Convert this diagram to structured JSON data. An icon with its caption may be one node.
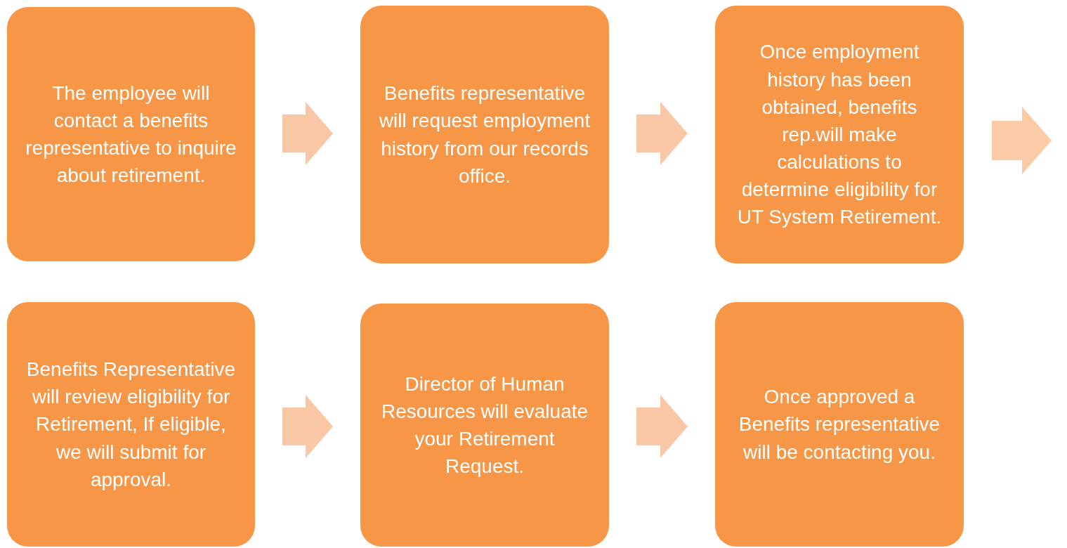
{
  "diagram": {
    "nodes": [
      {
        "text": [
          "The employee will contact a benefits representative to inquire about retirement."
        ]
      },
      {
        "text": [
          "Benefits representative will request employment history from our records office."
        ]
      },
      {
        "text": [
          "Once employment history has been obtained, benefits rep.will make calculations to determine eligibility for UT System Retirement."
        ]
      },
      {
        "text": [
          "Benefits Representative will review  eligibility for Retirement, If eligible, we will submit for approval."
        ]
      },
      {
        "text": [
          "Director of Human Resources will evaluate your Retirement Request."
        ]
      },
      {
        "text": [
          "Once approved a Benefits representative will be contacting you."
        ]
      }
    ],
    "edges": [
      {
        "from": 0,
        "to": 1,
        "arrow": "to"
      },
      {
        "from": 1,
        "to": 2,
        "arrow": "to"
      },
      {
        "from": 2,
        "to": null,
        "arrow": "to"
      },
      {
        "from": 3,
        "to": 4,
        "arrow": "to"
      },
      {
        "from": 4,
        "to": 5,
        "arrow": "to"
      }
    ]
  }
}
